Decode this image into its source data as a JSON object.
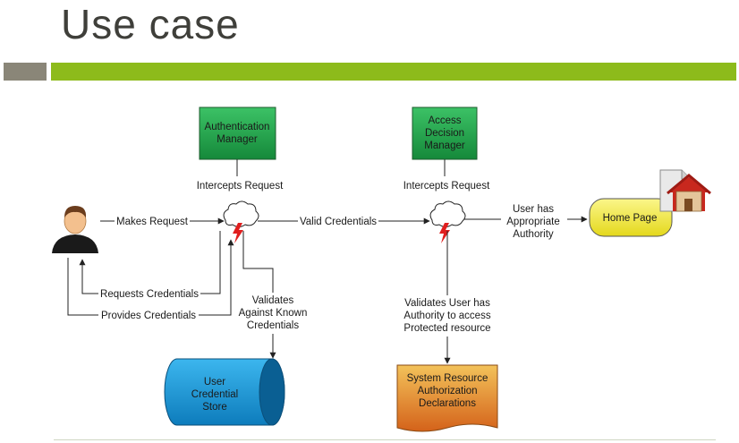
{
  "slide": {
    "title": "Use case",
    "accent_color": "#8dbb1b",
    "bar_color": "#8a8678"
  },
  "diagram": {
    "auth_manager": [
      "Authentication",
      "Manager"
    ],
    "access_manager": [
      "Access",
      "Decision",
      "Manager"
    ],
    "intercepts_1": "Intercepts Request",
    "intercepts_2": "Intercepts Request",
    "makes_request": "Makes Request",
    "valid_credentials": "Valid Credentials",
    "user_has": [
      "User has",
      "Appropriate",
      "Authority"
    ],
    "home_page": "Home Page",
    "requests_credentials": "Requests Credentials",
    "provides_credentials": "Provides Credentials",
    "validates_against": [
      "Validates",
      "Against Known",
      "Credentials"
    ],
    "validates_user": [
      "Validates User has",
      "Authority to access",
      "Protected resource"
    ],
    "credential_store": [
      "User",
      "Credential",
      "Store"
    ],
    "system_resource": [
      "System Resource",
      "Authorization",
      "Declarations"
    ],
    "colors": {
      "manager_fill": "#1fa64a",
      "home_fill": "#f4ee3a",
      "store_fill": "#1a9ad6",
      "resource_fill": "#e8962e",
      "bolt": "#e01e1e"
    },
    "icons": [
      "user-icon",
      "cloud-icon",
      "lightning-icon",
      "home-document-icon"
    ]
  }
}
